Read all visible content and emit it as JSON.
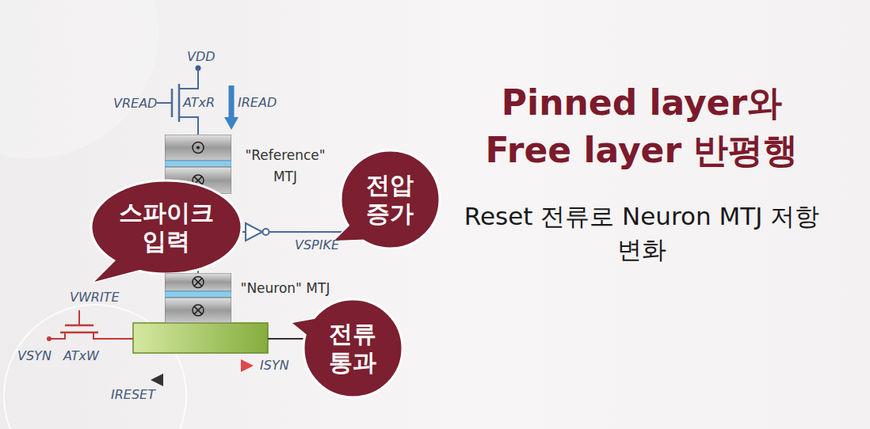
{
  "diagram": {
    "title": "Pinned layer와 Free layer 반평행",
    "caption": "Reset 전류로 Neuron MTJ 저항 변화",
    "nodes": [
      {
        "text": [
          "\"Reference\" MTJ"
        ]
      },
      {
        "text": [
          "스파이크 입력"
        ]
      },
      {
        "text": [
          "전압 증가"
        ]
      },
      {
        "text": [
          "\"Neuron\" MTJ"
        ]
      },
      {
        "text": [
          "전류 통과"
        ]
      }
    ],
    "edges": [
      {
        "from": 0,
        "to": 3,
        "arrow": "none"
      }
    ],
    "labels": [
      "VDD",
      "VREAD",
      "ATxR",
      "IREAD",
      "VSPIKE",
      "VWRITE",
      "VSYN",
      "ATxW",
      "ISYN",
      "IRESET"
    ]
  }
}
